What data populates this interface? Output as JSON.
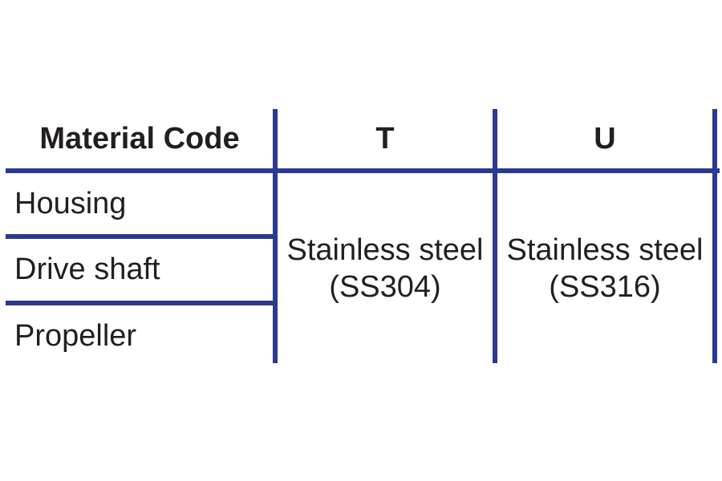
{
  "colors": {
    "line": "#2b3990",
    "text": "#231f20"
  },
  "table": {
    "title_column_header": "Material Code",
    "code_column_headers": [
      "T",
      "U"
    ],
    "component_rows": [
      "Housing",
      "Drive shaft",
      "Propeller"
    ],
    "materials": [
      {
        "code": "T",
        "name": "Stainless steel",
        "grade": "(SS304)"
      },
      {
        "code": "U",
        "name": "Stainless steel",
        "grade": "(SS316)"
      }
    ]
  }
}
